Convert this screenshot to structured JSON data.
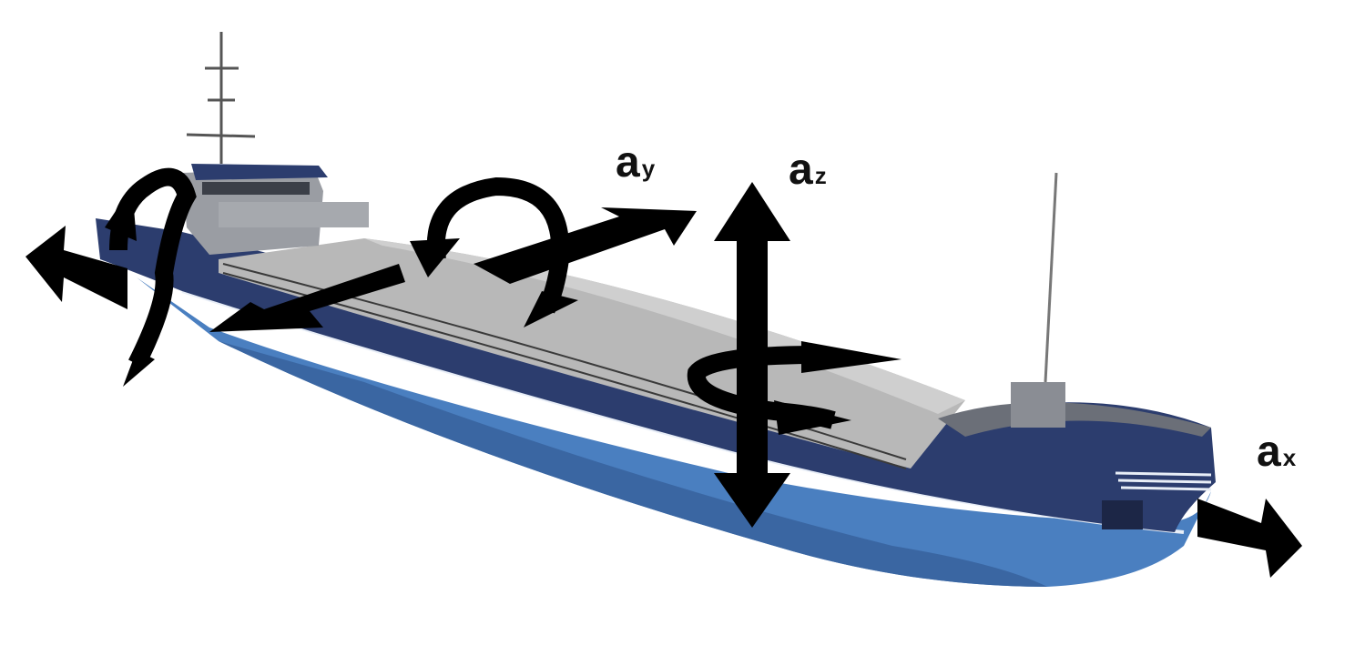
{
  "labels": {
    "ay": {
      "main": "a",
      "sub": "y"
    },
    "az": {
      "main": "a",
      "sub": "z"
    },
    "ax": {
      "main": "a",
      "sub": "x"
    }
  },
  "colors": {
    "hull": "#4a7fc0",
    "hull_dark": "#3a66a2",
    "topside": "#2c3d6e",
    "deck": "#b8b8b8",
    "arrow": "#000000"
  }
}
